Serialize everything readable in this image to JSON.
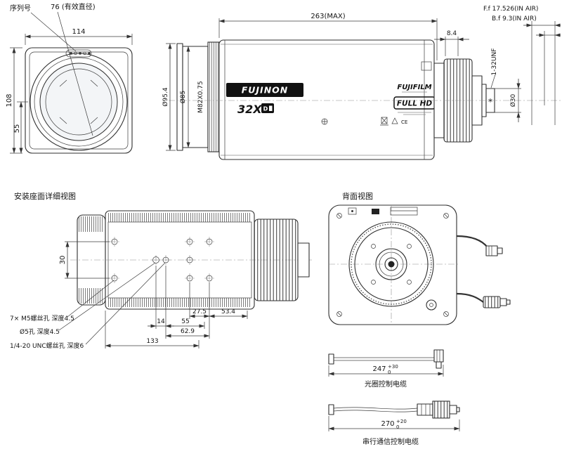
{
  "meta": {
    "line_color": "#2f2f2f",
    "panel_black": "#111111",
    "background": "#ffffff"
  },
  "front": {
    "serial_label": "序列号",
    "effective_dia_label": "76 (有效直径)",
    "dim_width": "114",
    "dim_height": "108",
    "dim_center_to_base": "55"
  },
  "side": {
    "dim_total": "263(MAX)",
    "dim_step": "8.4",
    "dim_ff": "F.f 17.526(IN AIR)",
    "dim_bf": "B.f 9.3(IN AIR)",
    "dim_front_dia": "Ø95.4",
    "dim_barrel_dia": "Ø85",
    "dim_filter_thread": "M82X0.75",
    "dim_mount_thread": "1-32UNF",
    "dim_rear_dia": "Ø30",
    "rear_mark": "*",
    "brand": "FUJINON",
    "zoom_label": "32X",
    "badge_label": "D",
    "maker": "FUJIFILM",
    "fullhd_label": "FULL HD",
    "cert_ce": "CE"
  },
  "mount": {
    "title": "安装座面详细视图",
    "dim_30": "30",
    "dim_27_5": "27.5",
    "dim_53_4": "53.4",
    "dim_14": "14",
    "dim_55": "55",
    "dim_62_9": "62.9",
    "dim_133": "133",
    "note_m5": "7× M5螺丝孔  深度4.5",
    "note_d5": "Ø5孔  深度4.5",
    "note_unc": "1/4-20 UNC螺丝孔  深度6"
  },
  "rear": {
    "title": "背面视图"
  },
  "cables": {
    "iris": {
      "value": "247",
      "tol_plus": "+30",
      "tol_minus": "0",
      "label": "光圈控制电缆"
    },
    "serial": {
      "value": "270",
      "tol_plus": "+20",
      "tol_minus": "0",
      "label": "串行通信控制电缆"
    }
  }
}
